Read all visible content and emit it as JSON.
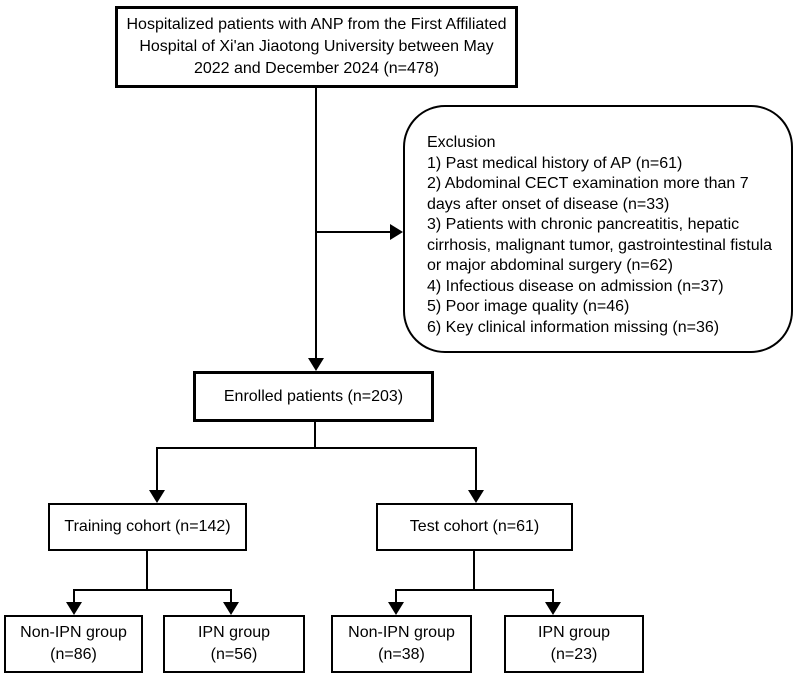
{
  "figure": {
    "type": "flowchart",
    "top_box": {
      "text": "Hospitalized patients with ANP from the First Affiliated Hospital of Xi'an Jiaotong University between May 2022 and December 2024 (n=478)"
    },
    "exclusion_box": {
      "title": "Exclusion",
      "items": [
        "1) Past medical history of AP (n=61)",
        "2) Abdominal CECT examination more than 7 days after onset of disease (n=33)",
        "3) Patients with chronic pancreatitis, hepatic cirrhosis, malignant tumor, gastrointestinal fistula or major abdominal surgery (n=62)",
        "4) Infectious disease on admission (n=37)",
        "5) Poor image quality (n=46)",
        "6) Key clinical information missing (n=36)"
      ]
    },
    "enrolled_box": {
      "text": "Enrolled patients (n=203)"
    },
    "training_box": {
      "text": "Training cohort (n=142)"
    },
    "test_box": {
      "text": "Test cohort (n=61)"
    },
    "leaf_boxes": [
      {
        "line1": "Non-IPN group",
        "line2": "(n=86)"
      },
      {
        "line1": "IPN group",
        "line2": "(n=56)"
      },
      {
        "line1": "Non-IPN group",
        "line2": "(n=38)"
      },
      {
        "line1": "IPN group",
        "line2": "(n=23)"
      }
    ],
    "counts": {
      "hospitalized": 478,
      "excluded_total_items": [
        61,
        33,
        62,
        37,
        46,
        36
      ],
      "enrolled": 203,
      "training": 142,
      "test": 61,
      "training_non_ipn": 86,
      "training_ipn": 56,
      "test_non_ipn": 38,
      "test_ipn": 23
    }
  },
  "colors": {
    "line": "#000000",
    "text": "#000000",
    "background": "#ffffff"
  }
}
